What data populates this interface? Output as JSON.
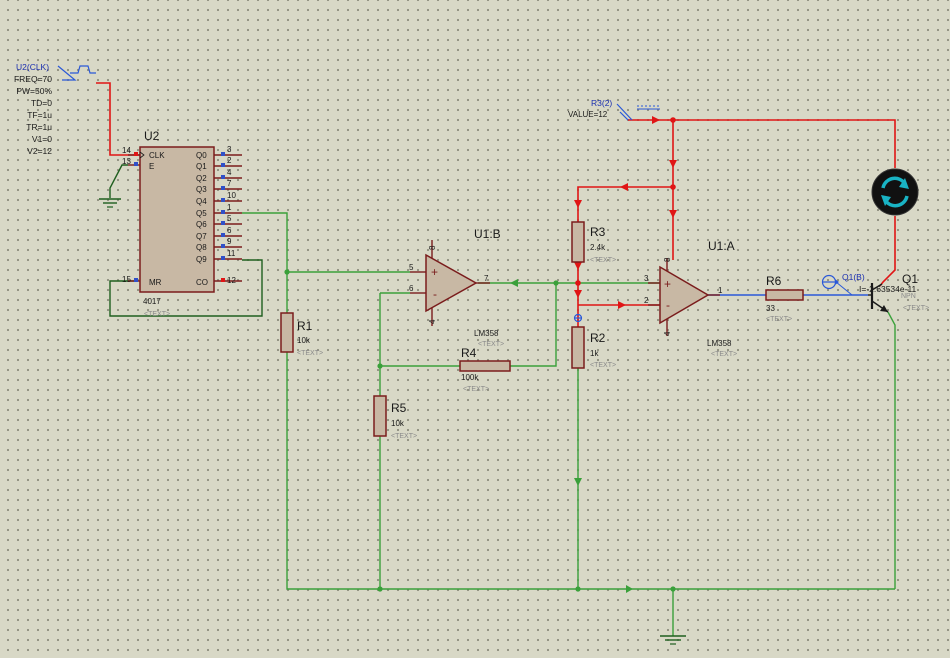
{
  "generator": {
    "name": "U2(CLK)",
    "params": [
      "FREQ=70",
      "PW=50%",
      "TD=0",
      "TF=1u",
      "TR=1u",
      "V1=0",
      "V2=12"
    ]
  },
  "counter": {
    "ref": "U2",
    "part": "4017",
    "text": "<TEXT>",
    "left_pins": [
      {
        "num": "14",
        "name": "CLK"
      },
      {
        "num": "13",
        "name": "E"
      },
      {
        "num": "15",
        "name": "MR"
      }
    ],
    "right_pins": [
      {
        "name": "Q0",
        "num": "3"
      },
      {
        "name": "Q1",
        "num": "2"
      },
      {
        "name": "Q2",
        "num": "4"
      },
      {
        "name": "Q3",
        "num": "7"
      },
      {
        "name": "Q4",
        "num": "10"
      },
      {
        "name": "Q5",
        "num": "1"
      },
      {
        "name": "Q6",
        "num": "5"
      },
      {
        "name": "Q7",
        "num": "6"
      },
      {
        "name": "Q8",
        "num": "9"
      },
      {
        "name": "Q9",
        "num": "11"
      },
      {
        "name": "CO",
        "num": "12"
      }
    ]
  },
  "supply": {
    "name": "R3(2)",
    "value": "VALUE=12"
  },
  "opamp_b": {
    "ref": "U1:B",
    "part": "LM358",
    "text": "<TEXT>",
    "pin_in_plus": "5",
    "pin_in_minus": "6",
    "pin_out": "7",
    "pin_v_plus": "8",
    "pin_v_minus": "4",
    "sign_plus": "+",
    "sign_minus": "-"
  },
  "opamp_a": {
    "ref": "U1:A",
    "part": "LM358",
    "text": "<TEXT>",
    "pin_in_plus": "3",
    "pin_in_minus": "2",
    "pin_out": "1",
    "pin_v_plus": "8",
    "pin_v_minus": "4",
    "sign_plus": "+",
    "sign_minus": "-"
  },
  "resistors": {
    "r1": {
      "ref": "R1",
      "value": "10k",
      "text": "<TEXT>"
    },
    "r2": {
      "ref": "R2",
      "value": "1k",
      "text": "<TEXT>"
    },
    "r3": {
      "ref": "R3",
      "value": "2.4k",
      "text": "<TEXT>"
    },
    "r4": {
      "ref": "R4",
      "value": "100k",
      "text": "<TEXT>"
    },
    "r5": {
      "ref": "R5",
      "value": "10k",
      "text": "<TEXT>"
    },
    "r6": {
      "ref": "R6",
      "value": "33",
      "text": "<TEXT>"
    }
  },
  "transistor": {
    "ref": "Q1",
    "part": "NPN",
    "text": "<TEXT>"
  },
  "probe": {
    "name": "Q1(B)",
    "reading": "I=-2.63534e-11"
  },
  "colors": {
    "background": "#d8d8c6",
    "wire_active": "#e01515",
    "wire_inactive": "#3aa03a",
    "wire_current": "#2a58d8",
    "component_body": "#c8b8a4",
    "component_outline": "#7a1c1c",
    "motor_body": "#111111",
    "motor_arrow": "#19b3c4"
  },
  "icons": {
    "generator": "pulse-generator-icon",
    "supply": "dc-rail-icon",
    "motor": "dc-motor-icon",
    "probe": "current-probe-icon",
    "ground": "ground-icon"
  }
}
